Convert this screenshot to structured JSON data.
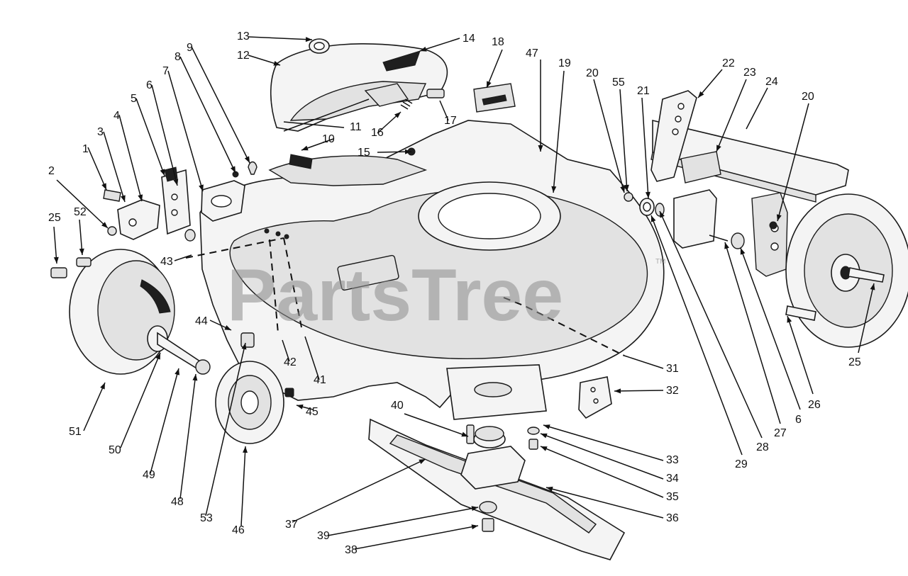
{
  "watermark": {
    "text": "PartsTree",
    "trademark": "TM"
  },
  "callouts": [
    {
      "id": "c1",
      "label": "1"
    },
    {
      "id": "c2",
      "label": "2"
    },
    {
      "id": "c3",
      "label": "3"
    },
    {
      "id": "c4",
      "label": "4"
    },
    {
      "id": "c5",
      "label": "5"
    },
    {
      "id": "c6",
      "label": "6"
    },
    {
      "id": "c7",
      "label": "7"
    },
    {
      "id": "c8",
      "label": "8"
    },
    {
      "id": "c9",
      "label": "9"
    },
    {
      "id": "c10",
      "label": "10"
    },
    {
      "id": "c11",
      "label": "11"
    },
    {
      "id": "c12",
      "label": "12"
    },
    {
      "id": "c13",
      "label": "13"
    },
    {
      "id": "c14",
      "label": "14"
    },
    {
      "id": "c15",
      "label": "15"
    },
    {
      "id": "c16",
      "label": "16"
    },
    {
      "id": "c17",
      "label": "17"
    },
    {
      "id": "c18",
      "label": "18"
    },
    {
      "id": "c19",
      "label": "19"
    },
    {
      "id": "c20a",
      "label": "20"
    },
    {
      "id": "c20b",
      "label": "20"
    },
    {
      "id": "c21",
      "label": "21"
    },
    {
      "id": "c22",
      "label": "22"
    },
    {
      "id": "c23",
      "label": "23"
    },
    {
      "id": "c24",
      "label": "24"
    },
    {
      "id": "c25a",
      "label": "25"
    },
    {
      "id": "c25b",
      "label": "25"
    },
    {
      "id": "c26",
      "label": "26"
    },
    {
      "id": "c6b",
      "label": "6"
    },
    {
      "id": "c27",
      "label": "27"
    },
    {
      "id": "c28",
      "label": "28"
    },
    {
      "id": "c29",
      "label": "29"
    },
    {
      "id": "c31",
      "label": "31"
    },
    {
      "id": "c32",
      "label": "32"
    },
    {
      "id": "c33",
      "label": "33"
    },
    {
      "id": "c34",
      "label": "34"
    },
    {
      "id": "c35",
      "label": "35"
    },
    {
      "id": "c36",
      "label": "36"
    },
    {
      "id": "c37",
      "label": "37"
    },
    {
      "id": "c38",
      "label": "38"
    },
    {
      "id": "c39",
      "label": "39"
    },
    {
      "id": "c40",
      "label": "40"
    },
    {
      "id": "c41",
      "label": "41"
    },
    {
      "id": "c42",
      "label": "42"
    },
    {
      "id": "c43",
      "label": "43"
    },
    {
      "id": "c44",
      "label": "44"
    },
    {
      "id": "c45",
      "label": "45"
    },
    {
      "id": "c46",
      "label": "46"
    },
    {
      "id": "c47",
      "label": "47"
    },
    {
      "id": "c48",
      "label": "48"
    },
    {
      "id": "c49",
      "label": "49"
    },
    {
      "id": "c50",
      "label": "50"
    },
    {
      "id": "c51",
      "label": "51"
    },
    {
      "id": "c52",
      "label": "52"
    },
    {
      "id": "c53",
      "label": "53"
    },
    {
      "id": "c55",
      "label": "55"
    }
  ]
}
